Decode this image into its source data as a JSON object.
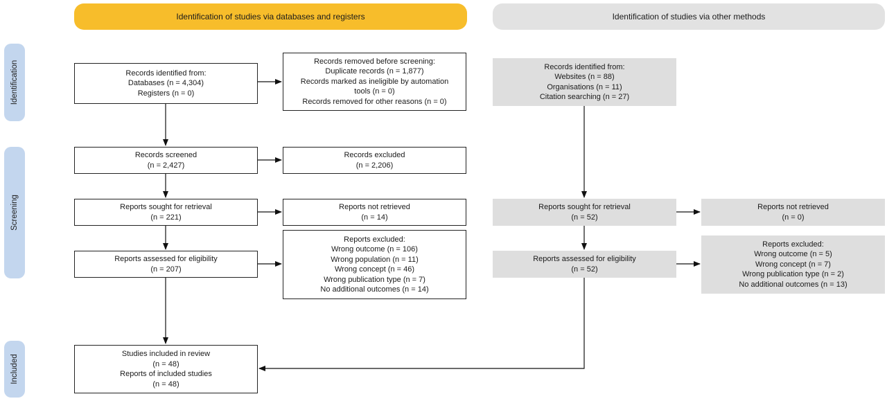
{
  "headers": {
    "databases": "Identification of studies via databases and registers",
    "other": "Identification of studies via other methods"
  },
  "phases": {
    "identification": "Identification",
    "screening": "Screening",
    "included": "Included"
  },
  "db": {
    "identified": [
      "Records identified from:",
      "Databases (n = 4,304)",
      "Registers (n = 0)"
    ],
    "removed": [
      "Records removed before screening:",
      "Duplicate records (n = 1,877)",
      "Records marked as ineligible by automation",
      "tools (n = 0)",
      "Records removed for other reasons (n = 0)"
    ],
    "screened": [
      "Records screened",
      "(n = 2,427)"
    ],
    "excluded": [
      "Records excluded",
      "(n = 2,206)"
    ],
    "sought": [
      "Reports sought for retrieval",
      "(n = 221)"
    ],
    "not_retrieved": [
      "Reports not retrieved",
      "(n = 14)"
    ],
    "assessed": [
      "Reports assessed for eligibility",
      "(n = 207)"
    ],
    "reports_excluded": [
      "Reports excluded:",
      "Wrong outcome (n = 106)",
      "Wrong population (n = 11)",
      "Wrong concept (n = 46)",
      "Wrong publication type (n = 7)",
      "No additional outcomes (n = 14)"
    ],
    "included": [
      "Studies included in review",
      "(n = 48)",
      "Reports of included studies",
      "(n = 48)"
    ]
  },
  "other": {
    "identified": [
      "Records identified from:",
      "Websites (n = 88)",
      "Organisations (n = 11)",
      "Citation searching (n = 27)"
    ],
    "sought": [
      "Reports sought for retrieval",
      "(n = 52)"
    ],
    "not_retrieved": [
      "Reports not retrieved",
      "(n = 0)"
    ],
    "assessed": [
      "Reports assessed for eligibility",
      "(n = 52)"
    ],
    "reports_excluded": [
      "Reports excluded:",
      "Wrong outcome (n = 5)",
      "Wrong concept (n = 7)",
      "Wrong publication type (n = 2)",
      "No additional outcomes (n = 13)"
    ]
  }
}
